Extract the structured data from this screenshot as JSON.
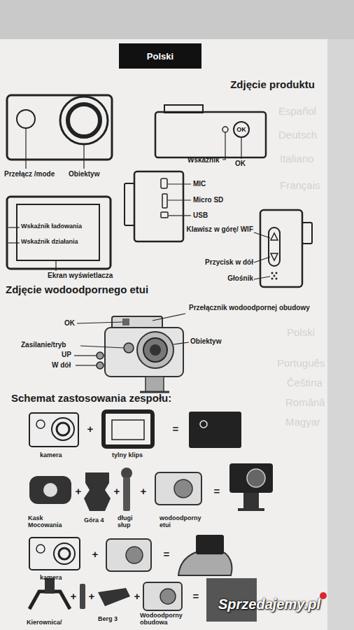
{
  "diagram": {
    "nodes": [
      {
        "text": [
          "Polski"
        ]
      },
      {
        "text": [
          "OK"
        ]
      }
    ],
    "labels": [
      "Zdjęcie produktu",
      "Przełącz /mode",
      "Obiektyw",
      "Wskaźnik",
      "OK",
      "MIC",
      "Micro SD",
      "USB",
      "Klawisz w górę/ WIF",
      "Przycisk w dół",
      "Głośnik",
      "Wskaźnik ładowania",
      "Wskaźnik działania",
      "Ekran wyświetlacza",
      "Zdjęcie wodoodpornego etui",
      "Przełącznik wodoodpornej obudowy",
      "OK",
      "Zasilanie/tryb",
      "Obiektyw",
      "UP",
      "W dół",
      "Schemat zastosowania zespołu:",
      "+",
      "=",
      "kamera",
      "tylny klips",
      "+",
      "+",
      "+",
      "=",
      "Kask Mocowania",
      "Góra 4",
      "długi słup",
      "wodoodporny etui",
      "+",
      "=",
      "kamera",
      "+",
      "+",
      "+",
      "=",
      "Kierownica/",
      "Berg 3",
      "Wodoodporny obudowa",
      "Sprzedajemy.pl",
      "Español",
      "Deutsch",
      "Italiano",
      "Français",
      "Polski",
      "Português",
      "Čeština",
      "Română",
      "Magyar"
    ]
  }
}
